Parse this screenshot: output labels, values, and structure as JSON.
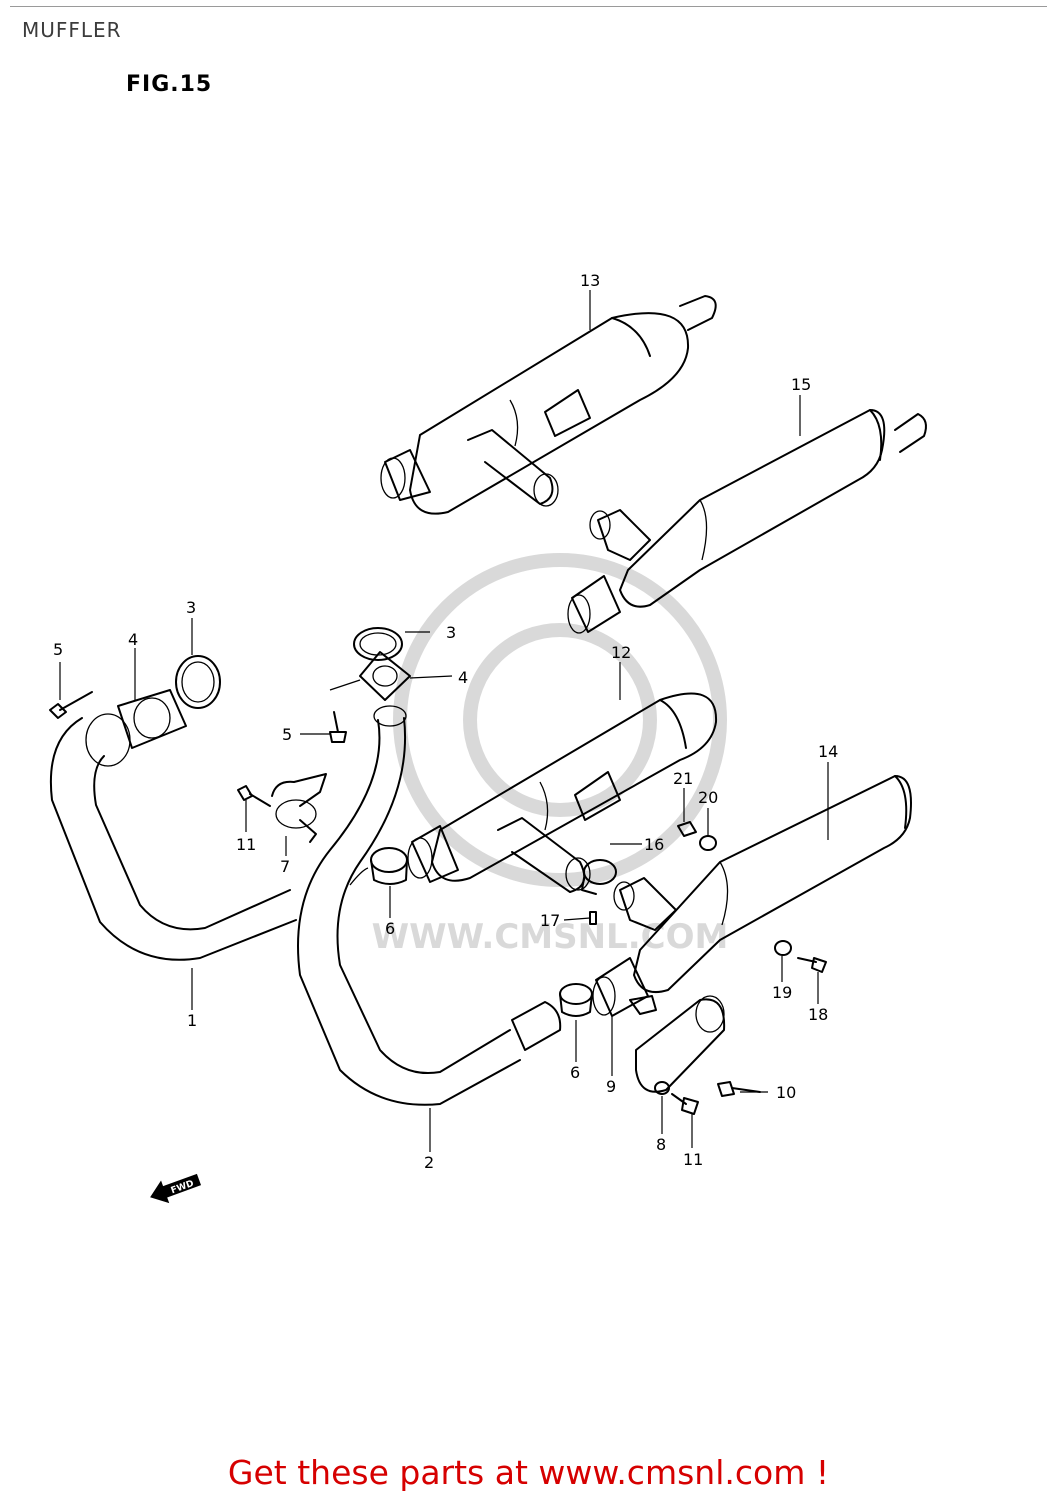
{
  "header": {
    "title": "MUFFLER",
    "figure": "FIG.15"
  },
  "watermark": {
    "text": "WWW.CMSNL.COM",
    "color": "#d9d9d9"
  },
  "fwd_arrow": "FWD",
  "callouts": [
    {
      "id": "c13",
      "label": "13"
    },
    {
      "id": "c15",
      "label": "15"
    },
    {
      "id": "c3a",
      "label": "3"
    },
    {
      "id": "c3b",
      "label": "3"
    },
    {
      "id": "c4a",
      "label": "4"
    },
    {
      "id": "c4b",
      "label": "4"
    },
    {
      "id": "c5a",
      "label": "5"
    },
    {
      "id": "c5b",
      "label": "5"
    },
    {
      "id": "c12",
      "label": "12"
    },
    {
      "id": "c14",
      "label": "14"
    },
    {
      "id": "c21",
      "label": "21"
    },
    {
      "id": "c20",
      "label": "20"
    },
    {
      "id": "c16",
      "label": "16"
    },
    {
      "id": "c11a",
      "label": "11"
    },
    {
      "id": "c7",
      "label": "7"
    },
    {
      "id": "c6a",
      "label": "6"
    },
    {
      "id": "c17",
      "label": "17"
    },
    {
      "id": "c1",
      "label": "1"
    },
    {
      "id": "c19",
      "label": "19"
    },
    {
      "id": "c18",
      "label": "18"
    },
    {
      "id": "c6b",
      "label": "6"
    },
    {
      "id": "c9",
      "label": "9"
    },
    {
      "id": "c10",
      "label": "10"
    },
    {
      "id": "c8",
      "label": "8"
    },
    {
      "id": "c11b",
      "label": "11"
    },
    {
      "id": "c2",
      "label": "2"
    }
  ],
  "footer": {
    "text": "Get these parts at www.cmsnl.com !",
    "color": "#d60000"
  }
}
